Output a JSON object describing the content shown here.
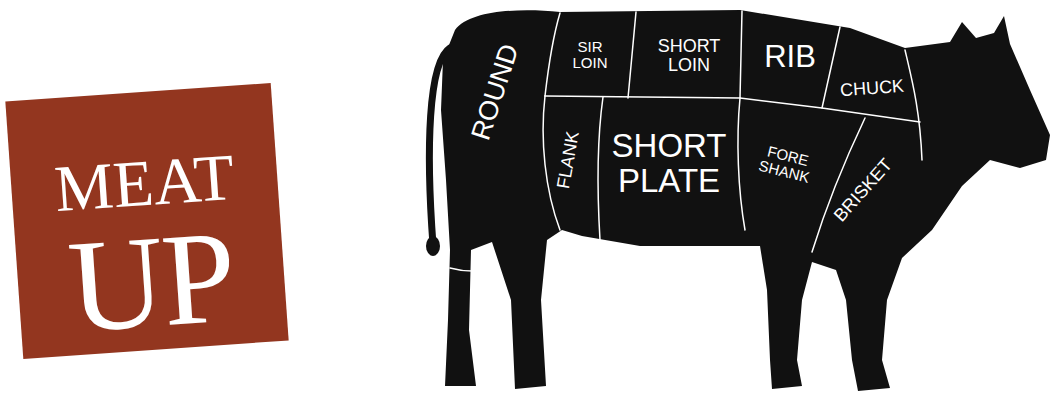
{
  "diagram": {
    "nodes": [
      {
        "text": [
          "MEAT UP"
        ]
      },
      {
        "text": [
          "ROUND"
        ]
      },
      {
        "text": [
          "SIR LOIN"
        ]
      },
      {
        "text": [
          "SHORT LOIN"
        ]
      },
      {
        "text": [
          "RIB"
        ]
      },
      {
        "text": [
          "CHUCK"
        ]
      },
      {
        "text": [
          "FLANK"
        ]
      },
      {
        "text": [
          "SHORT PLATE"
        ]
      },
      {
        "text": [
          "FORE SHANK"
        ]
      },
      {
        "text": [
          "BRISKET"
        ]
      }
    ]
  }
}
